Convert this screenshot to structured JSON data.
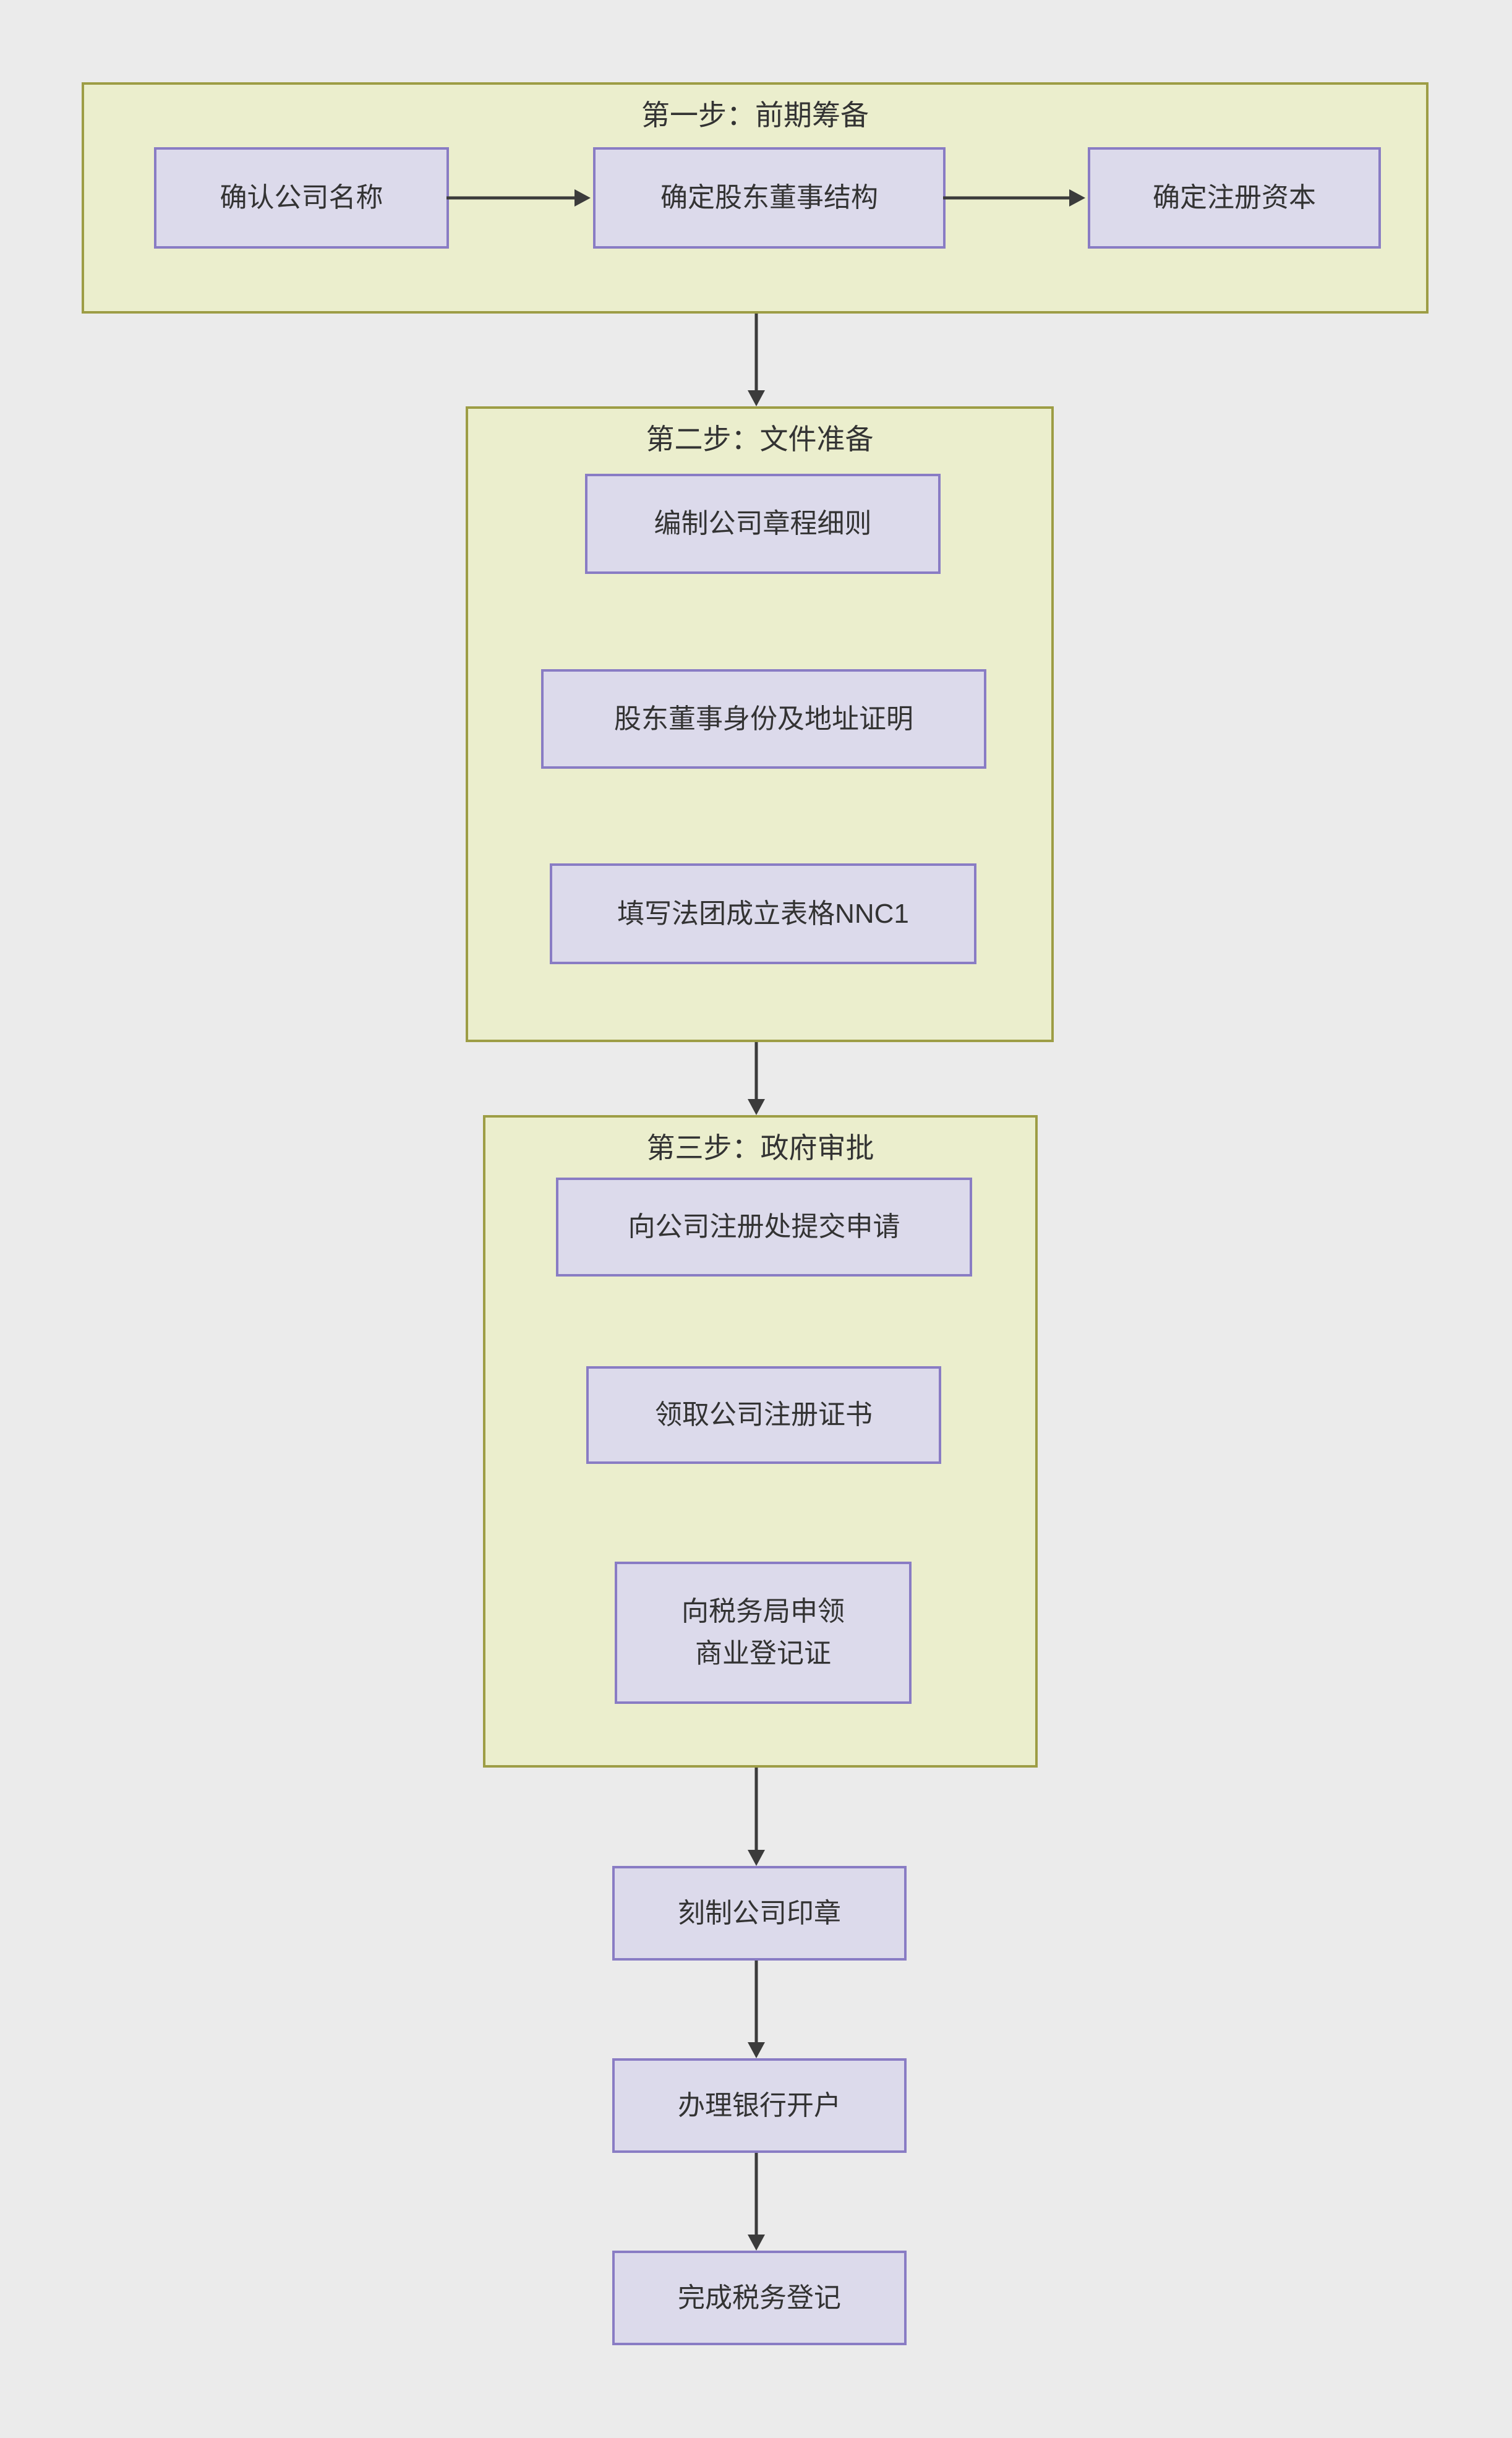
{
  "colors": {
    "page_bg": "#ebebeb",
    "section_fill": "#ebeecd",
    "section_border": "#9d9d45",
    "node_fill": "#dcdaeb",
    "node_border": "#897cc4",
    "arrow": "#3b3b3b",
    "text": "#333333"
  },
  "diagram": {
    "sections": [
      {
        "title": "第一步：前期筹备",
        "nodes": [
          {
            "label": "确认公司名称"
          },
          {
            "label": "确定股东董事结构"
          },
          {
            "label": "确定注册资本"
          }
        ]
      },
      {
        "title": "第二步：文件准备",
        "nodes": [
          {
            "label": "编制公司章程细则"
          },
          {
            "label": "股东董事身份及地址证明"
          },
          {
            "label": "填写法团成立表格NNC1"
          }
        ]
      },
      {
        "title": "第三步：政府审批",
        "nodes": [
          {
            "label": "向公司注册处提交申请"
          },
          {
            "label": "领取公司注册证书"
          },
          {
            "label": "向税务局申领\n商业登记证"
          }
        ]
      }
    ],
    "tail_nodes": [
      {
        "label": "刻制公司印章"
      },
      {
        "label": "办理银行开户"
      },
      {
        "label": "完成税务登记"
      }
    ]
  }
}
